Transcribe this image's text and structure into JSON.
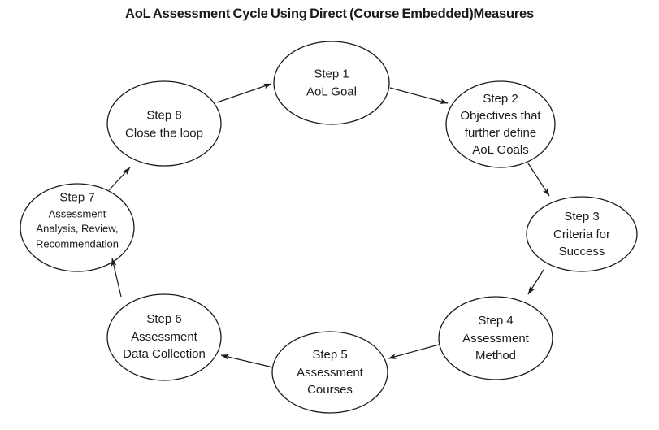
{
  "title": "AoL Assessment Cycle Using Direct (Course Embedded)Measures",
  "colors": {
    "stroke": "#1a1a1a",
    "ellipse_fill": "#ffffff",
    "text": "#1a1a1a",
    "background": "#ffffff"
  },
  "steps": [
    {
      "id": 1,
      "lines": [
        "Step 1",
        "AoL Goal"
      ]
    },
    {
      "id": 2,
      "lines": [
        "Step 2",
        "Objectives that",
        "further define",
        "AoL Goals"
      ]
    },
    {
      "id": 3,
      "lines": [
        "Step 3",
        "Criteria for",
        "Success"
      ]
    },
    {
      "id": 4,
      "lines": [
        "Step 4",
        "Assessment",
        "Method"
      ]
    },
    {
      "id": 5,
      "lines": [
        "Step 5",
        "Assessment",
        "Courses"
      ]
    },
    {
      "id": 6,
      "lines": [
        "Step 6",
        "Assessment",
        "Data Collection"
      ]
    },
    {
      "id": 7,
      "lines": [
        "Step 7",
        "Assessment",
        "Analysis, Review,",
        "Recommendation"
      ]
    },
    {
      "id": 8,
      "lines": [
        "Step 8",
        "Close the loop"
      ]
    }
  ],
  "arrows": [
    {
      "from": "Step 8",
      "to": "Step 1"
    },
    {
      "from": "Step 1",
      "to": "Step 2"
    },
    {
      "from": "Step 2",
      "to": "Step 3"
    },
    {
      "from": "Step 3",
      "to": "Step 4"
    },
    {
      "from": "Step 4",
      "to": "Step 5"
    },
    {
      "from": "Step 5",
      "to": "Step 6"
    },
    {
      "from": "Step 6",
      "to": "Step 7"
    },
    {
      "from": "Step 7",
      "to": "Step 8"
    }
  ]
}
